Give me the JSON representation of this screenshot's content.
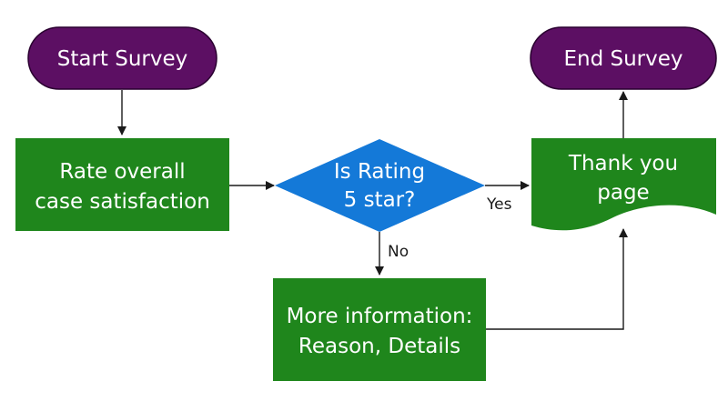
{
  "colors": {
    "terminal_fill": "#5c0f63",
    "terminal_stroke": "#2a0030",
    "process_fill": "#1f861c",
    "decision_fill": "#1479d8",
    "edge_stroke": "#1a1a1a"
  },
  "nodes": {
    "start": {
      "label": "Start Survey"
    },
    "rate": {
      "line1": "Rate overall",
      "line2": "case satisfaction"
    },
    "decision": {
      "line1": "Is Rating",
      "line2": "5 star?"
    },
    "more_info": {
      "line1": "More information:",
      "line2": "Reason, Details"
    },
    "thank_you": {
      "line1": "Thank you",
      "line2": "page"
    },
    "end": {
      "label": "End Survey"
    }
  },
  "edges": {
    "yes_label": "Yes",
    "no_label": "No"
  }
}
